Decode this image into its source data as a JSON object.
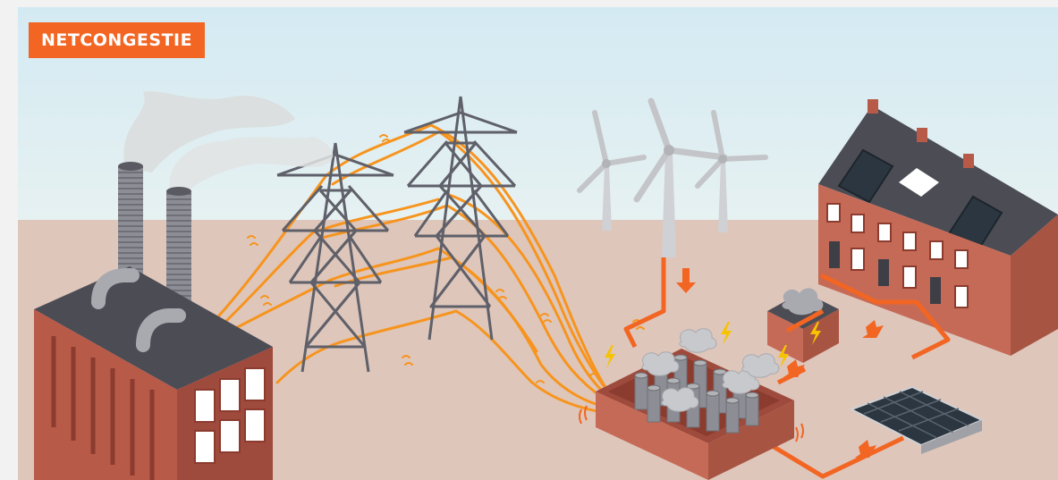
{
  "badge": {
    "label": "NETCONGESTIE",
    "color": "#f26522"
  },
  "scene": {
    "elements": [
      "factory",
      "transmission-towers",
      "wind-turbines",
      "row-houses",
      "transformer-substation",
      "solar-panels",
      "power-lines",
      "flow-arrows"
    ],
    "colors": {
      "sky": "#dceef5",
      "ground": "#dec6bb",
      "brick": "#b85a48",
      "roof": "#4c4c55",
      "power_line": "#f7941d",
      "arrow": "#f26522"
    }
  }
}
